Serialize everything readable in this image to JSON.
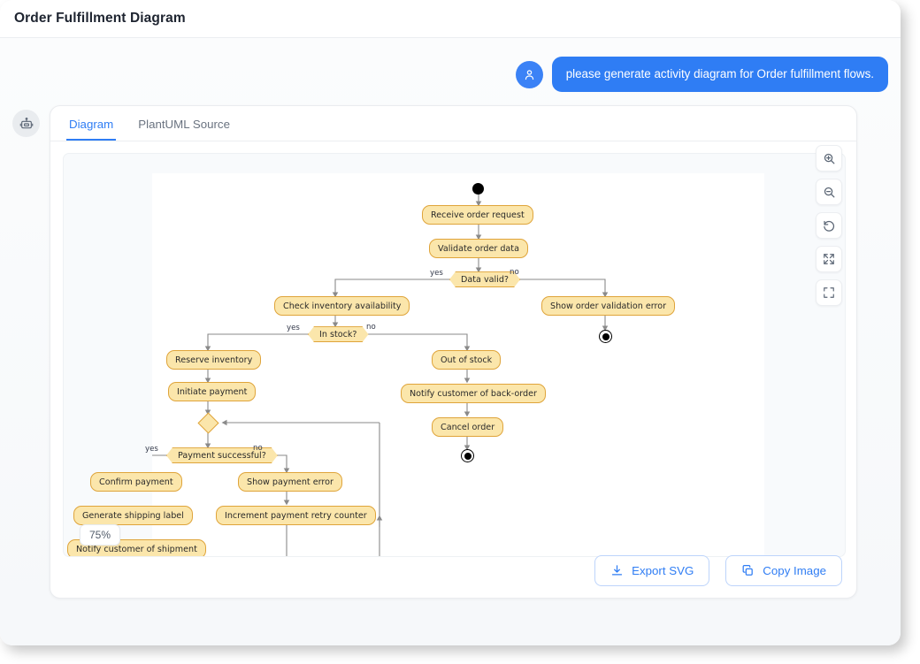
{
  "window": {
    "title": "Order Fulfillment Diagram"
  },
  "chat": {
    "user_avatar_icon": "user-icon",
    "bot_avatar_icon": "robot-icon",
    "user_message": "please generate activity diagram for Order fulfillment flows."
  },
  "card": {
    "tabs": [
      {
        "label": "Diagram",
        "active": true
      },
      {
        "label": "PlantUML Source",
        "active": false
      }
    ],
    "zoom_level": "75%",
    "tools": [
      {
        "name": "zoom-in-icon",
        "title": "Zoom in"
      },
      {
        "name": "zoom-out-icon",
        "title": "Zoom out"
      },
      {
        "name": "reset-icon",
        "title": "Reset"
      },
      {
        "name": "fit-screen-icon",
        "title": "Fit to screen"
      },
      {
        "name": "fullscreen-icon",
        "title": "Fullscreen"
      }
    ],
    "actions": [
      {
        "label": "Export SVG",
        "icon": "download-icon"
      },
      {
        "label": "Copy Image",
        "icon": "copy-icon"
      }
    ]
  },
  "colors": {
    "accent": "#2f7df4",
    "user_bubble": "#2f7df4",
    "node_fill": "#fbe6ab",
    "node_stroke": "#dfa43a",
    "edge_stroke": "#8a8a8a",
    "canvas": "#ffffff"
  },
  "chart_data": {
    "type": "diagram",
    "diagram_kind": "uml-activity",
    "title": "Order Fulfillment Diagram",
    "nodes": [
      {
        "id": "start",
        "kind": "start",
        "label": ""
      },
      {
        "id": "receive",
        "kind": "action",
        "label": "Receive order request"
      },
      {
        "id": "validate",
        "kind": "action",
        "label": "Validate order data"
      },
      {
        "id": "dataValid",
        "kind": "decision",
        "label": "Data valid?"
      },
      {
        "id": "checkInv",
        "kind": "action",
        "label": "Check inventory availability"
      },
      {
        "id": "showValErr",
        "kind": "action",
        "label": "Show order validation error"
      },
      {
        "id": "end1",
        "kind": "end",
        "label": ""
      },
      {
        "id": "inStock",
        "kind": "decision",
        "label": "In stock?"
      },
      {
        "id": "reserve",
        "kind": "action",
        "label": "Reserve inventory"
      },
      {
        "id": "outOfStock",
        "kind": "action",
        "label": "Out of stock"
      },
      {
        "id": "notifyBack",
        "kind": "action",
        "label": "Notify customer of back-order"
      },
      {
        "id": "cancel",
        "kind": "action",
        "label": "Cancel order"
      },
      {
        "id": "end2",
        "kind": "end",
        "label": ""
      },
      {
        "id": "initiatePay",
        "kind": "action",
        "label": "Initiate payment"
      },
      {
        "id": "merge",
        "kind": "merge",
        "label": ""
      },
      {
        "id": "paySuccess",
        "kind": "decision",
        "label": "Payment successful?"
      },
      {
        "id": "confirmPay",
        "kind": "action",
        "label": "Confirm payment"
      },
      {
        "id": "showPayErr",
        "kind": "action",
        "label": "Show payment error"
      },
      {
        "id": "shipLabel",
        "kind": "action",
        "label": "Generate shipping label"
      },
      {
        "id": "retryCounter",
        "kind": "action",
        "label": "Increment payment retry counter"
      },
      {
        "id": "notifyShip",
        "kind": "action",
        "label": "Notify customer of shipment"
      }
    ],
    "edges": [
      {
        "from": "start",
        "to": "receive",
        "label": ""
      },
      {
        "from": "receive",
        "to": "validate",
        "label": ""
      },
      {
        "from": "validate",
        "to": "dataValid",
        "label": ""
      },
      {
        "from": "dataValid",
        "to": "checkInv",
        "label": "yes"
      },
      {
        "from": "dataValid",
        "to": "showValErr",
        "label": "no"
      },
      {
        "from": "showValErr",
        "to": "end1",
        "label": ""
      },
      {
        "from": "checkInv",
        "to": "inStock",
        "label": ""
      },
      {
        "from": "inStock",
        "to": "reserve",
        "label": "yes"
      },
      {
        "from": "inStock",
        "to": "outOfStock",
        "label": "no"
      },
      {
        "from": "outOfStock",
        "to": "notifyBack",
        "label": ""
      },
      {
        "from": "notifyBack",
        "to": "cancel",
        "label": ""
      },
      {
        "from": "cancel",
        "to": "end2",
        "label": ""
      },
      {
        "from": "reserve",
        "to": "initiatePay",
        "label": ""
      },
      {
        "from": "initiatePay",
        "to": "merge",
        "label": ""
      },
      {
        "from": "merge",
        "to": "paySuccess",
        "label": ""
      },
      {
        "from": "paySuccess",
        "to": "confirmPay",
        "label": "yes"
      },
      {
        "from": "paySuccess",
        "to": "showPayErr",
        "label": "no"
      },
      {
        "from": "confirmPay",
        "to": "shipLabel",
        "label": ""
      },
      {
        "from": "shipLabel",
        "to": "notifyShip",
        "label": ""
      },
      {
        "from": "showPayErr",
        "to": "retryCounter",
        "label": ""
      },
      {
        "from": "retryCounter",
        "to": "merge",
        "label": ""
      }
    ],
    "edge_labels": [
      "yes",
      "no"
    ]
  }
}
